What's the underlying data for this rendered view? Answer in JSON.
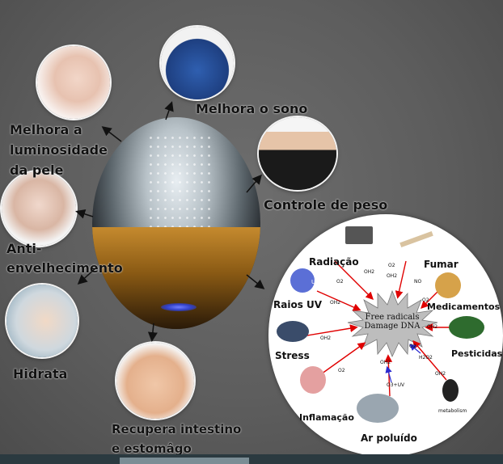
{
  "benefits": {
    "sono": "Melhora o sono",
    "luminosidade": "Melhora a\nluminosidade\nda pele",
    "peso": "Controle de peso",
    "anti": "Anti-\nenvelhecimento",
    "hidrata": "Hidrata",
    "intestino": "Recupera intestino\ne estomâgo"
  },
  "radicals": {
    "center": "Free radicals\nDamage DNA",
    "radiacao": "Radiação",
    "fumar": "Fumar",
    "raios_uv": "Raios UV",
    "uv_icon_text": "UV",
    "medicamentos": "Medicamentos",
    "stress": "Stress",
    "pesticidas": "Pesticidas",
    "inflamacao": "Inflamação",
    "ar_poluido": "Ar poluído",
    "metabolism": "metabolism",
    "species": {
      "oh2_a": "OH2",
      "o2_a": "O2",
      "o2_b": "O2",
      "oh2_b": "OH2",
      "no": "NO",
      "o2_c": "O2",
      "oh2_c": "OH2",
      "oh2_d": "OH2",
      "oh2_e": "OH2",
      "o2_d": "O2",
      "h2o2": "H2O2",
      "oh2_f": "OH2",
      "o2_e": "O2",
      "oh2_g": "OH2",
      "o3uv": "O3+UV"
    }
  },
  "colors": {
    "label": "#111111",
    "arrow_red": "#e00000",
    "arrow_blue": "#2b2bd0",
    "background": "#5d5d5d"
  }
}
